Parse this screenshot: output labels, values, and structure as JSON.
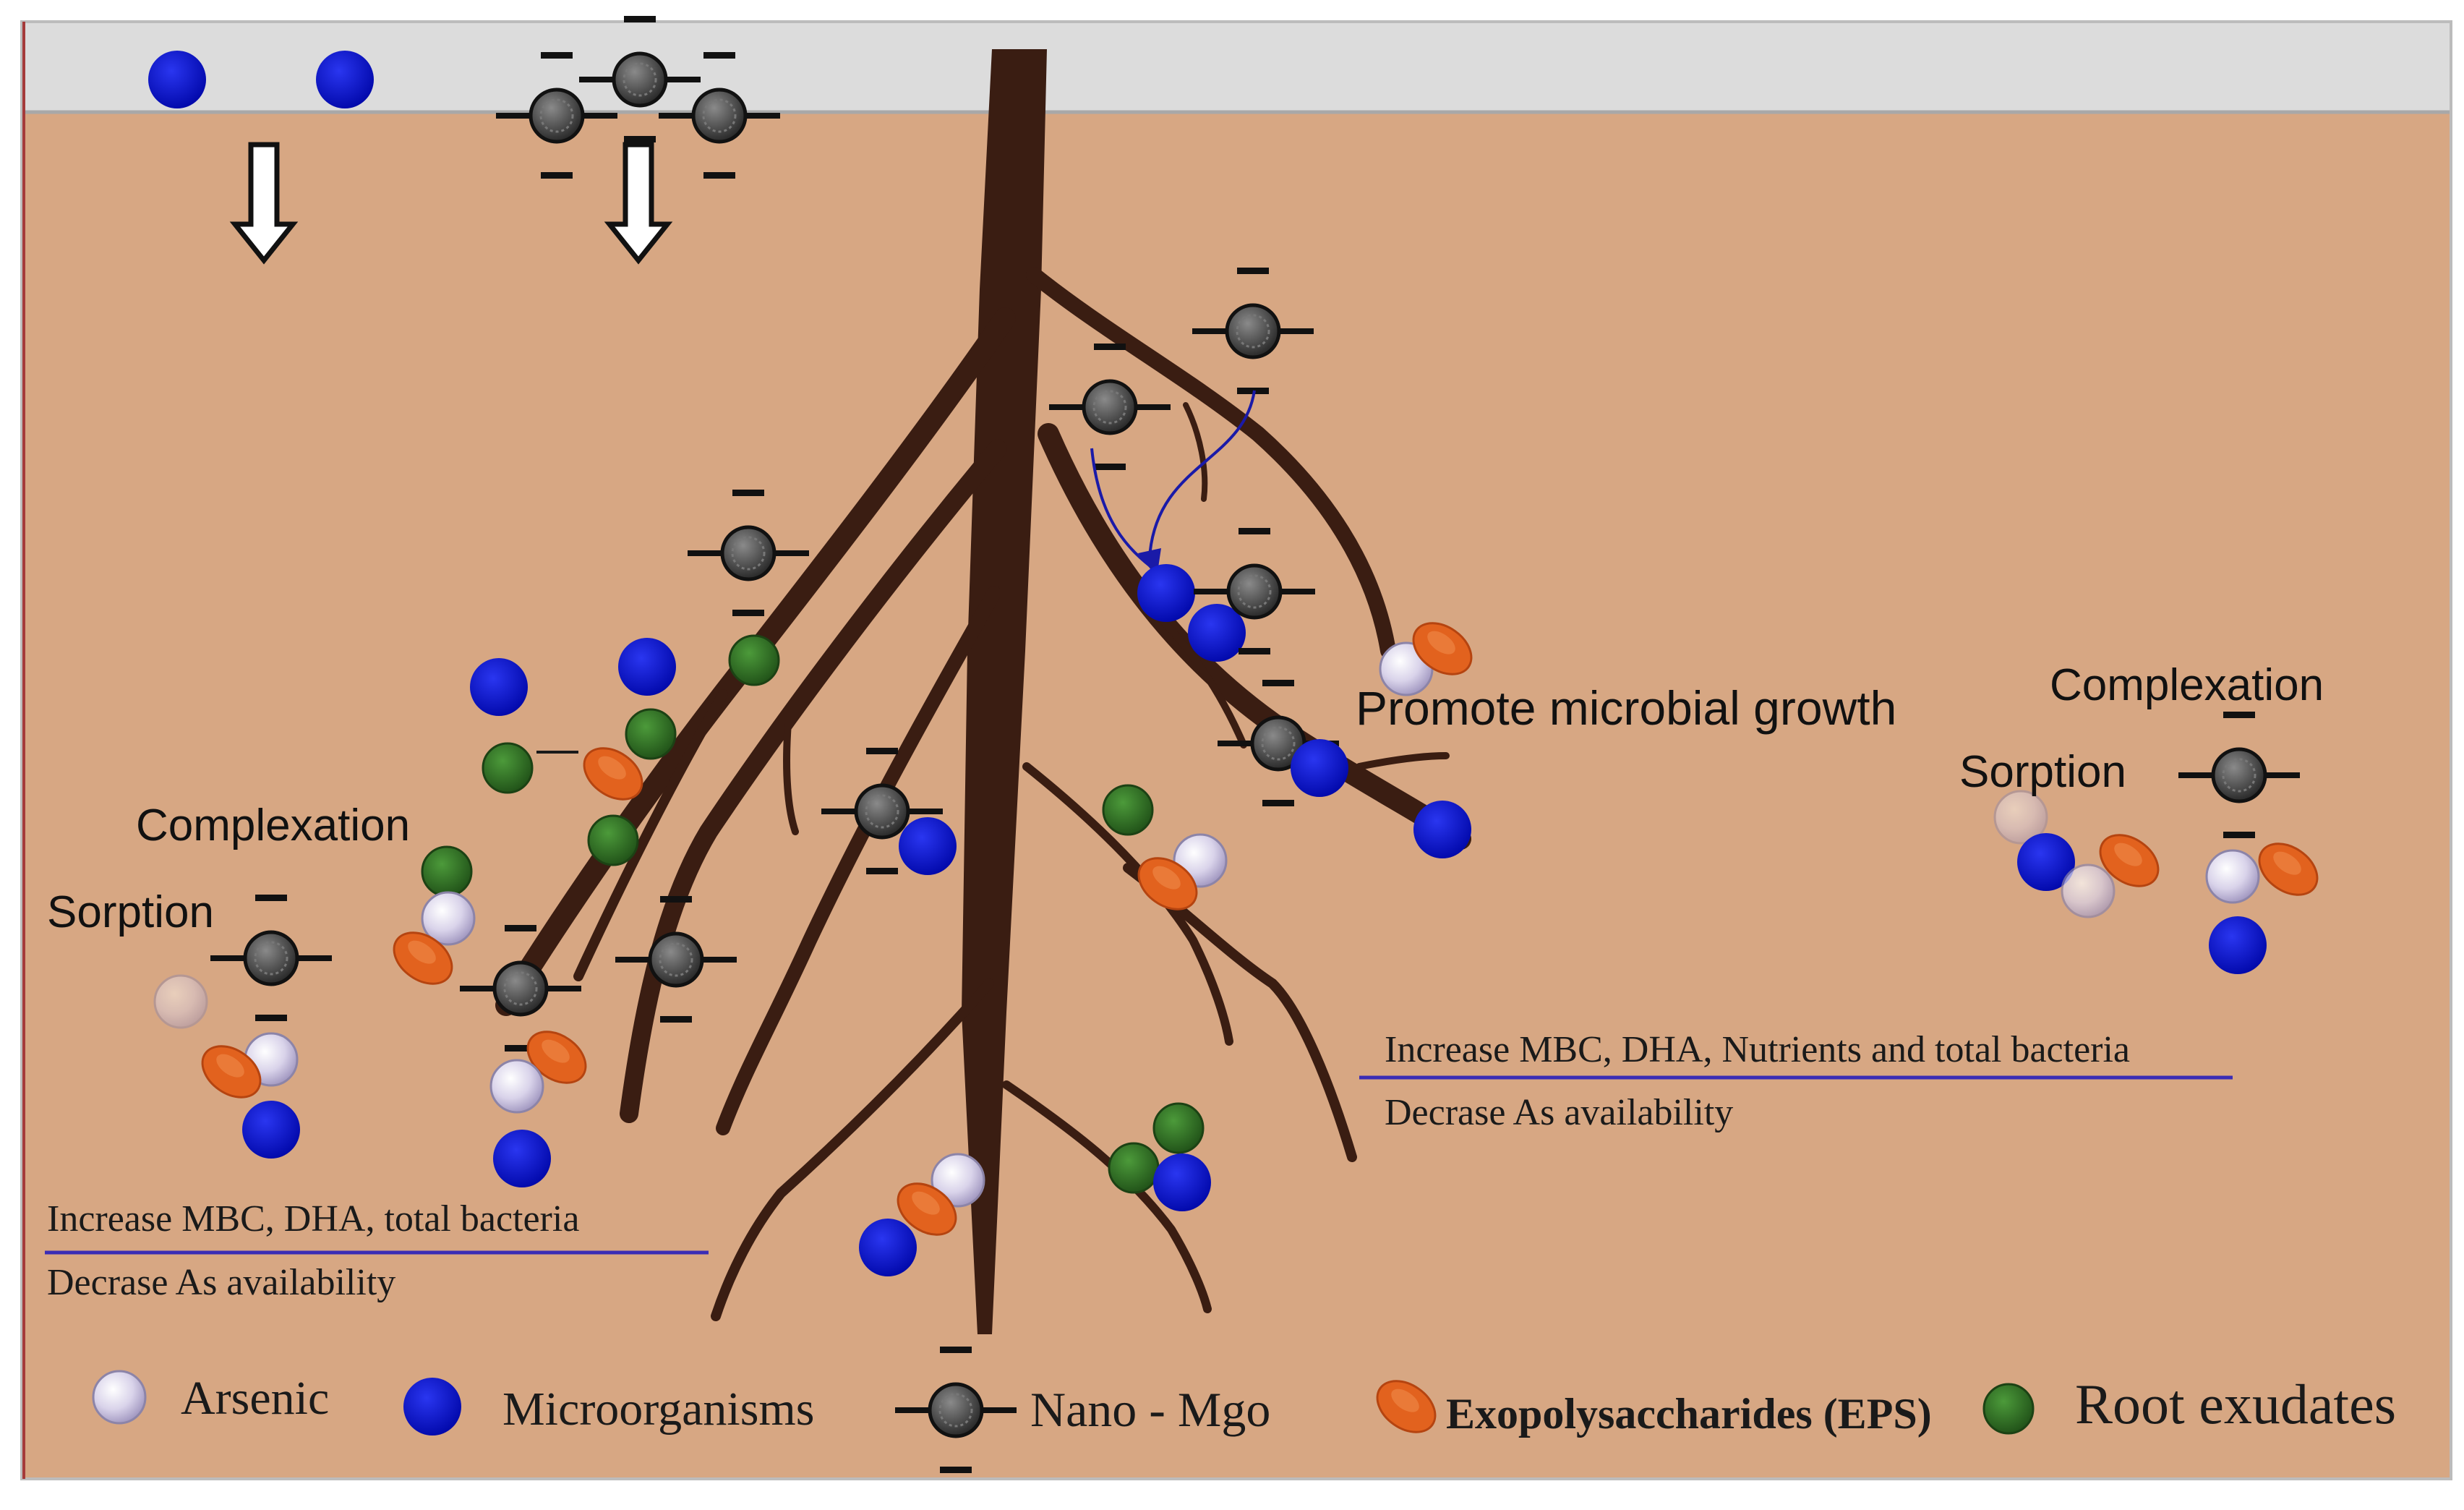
{
  "colors": {
    "sky": "#dcdcdc",
    "soil": "#d7a783",
    "root": "#3a1d12",
    "arsenic": "#d9d3ea",
    "microorganism": "#0a12c8",
    "nano_mgo": "#4a4a4a",
    "eps": "#e2621e",
    "root_exudate": "#2f6b22",
    "underline": "#3a2cb5"
  },
  "icons": {
    "arsenic": "light-lavender-sphere",
    "microorganism": "blue-sphere",
    "nano_mgo": "dark-sphere-with-negative-charges",
    "eps": "orange-blob",
    "root_exudate": "green-sphere",
    "arrow": "hollow-down-arrow"
  },
  "labels": {
    "left_complexation": "Complexation",
    "left_sorption": "Sorption",
    "promote_growth": "Promote microbial growth",
    "right_complexation": "Complexation",
    "right_sorption": "Sorption",
    "effect_right_line1": "Increase MBC, DHA, Nutrients and total bacteria",
    "effect_right_line2": "Decrase As availability",
    "effect_left_line1": "Increase MBC, DHA, total bacteria",
    "effect_left_line2": "Decrase As availability"
  },
  "legend": {
    "arsenic": "Arsenic",
    "microorganisms": "Microorganisms",
    "nano_mgo": "Nano - Mgo",
    "eps": "Exopolysaccharides (EPS)",
    "root_exudates": "Root exudates"
  }
}
